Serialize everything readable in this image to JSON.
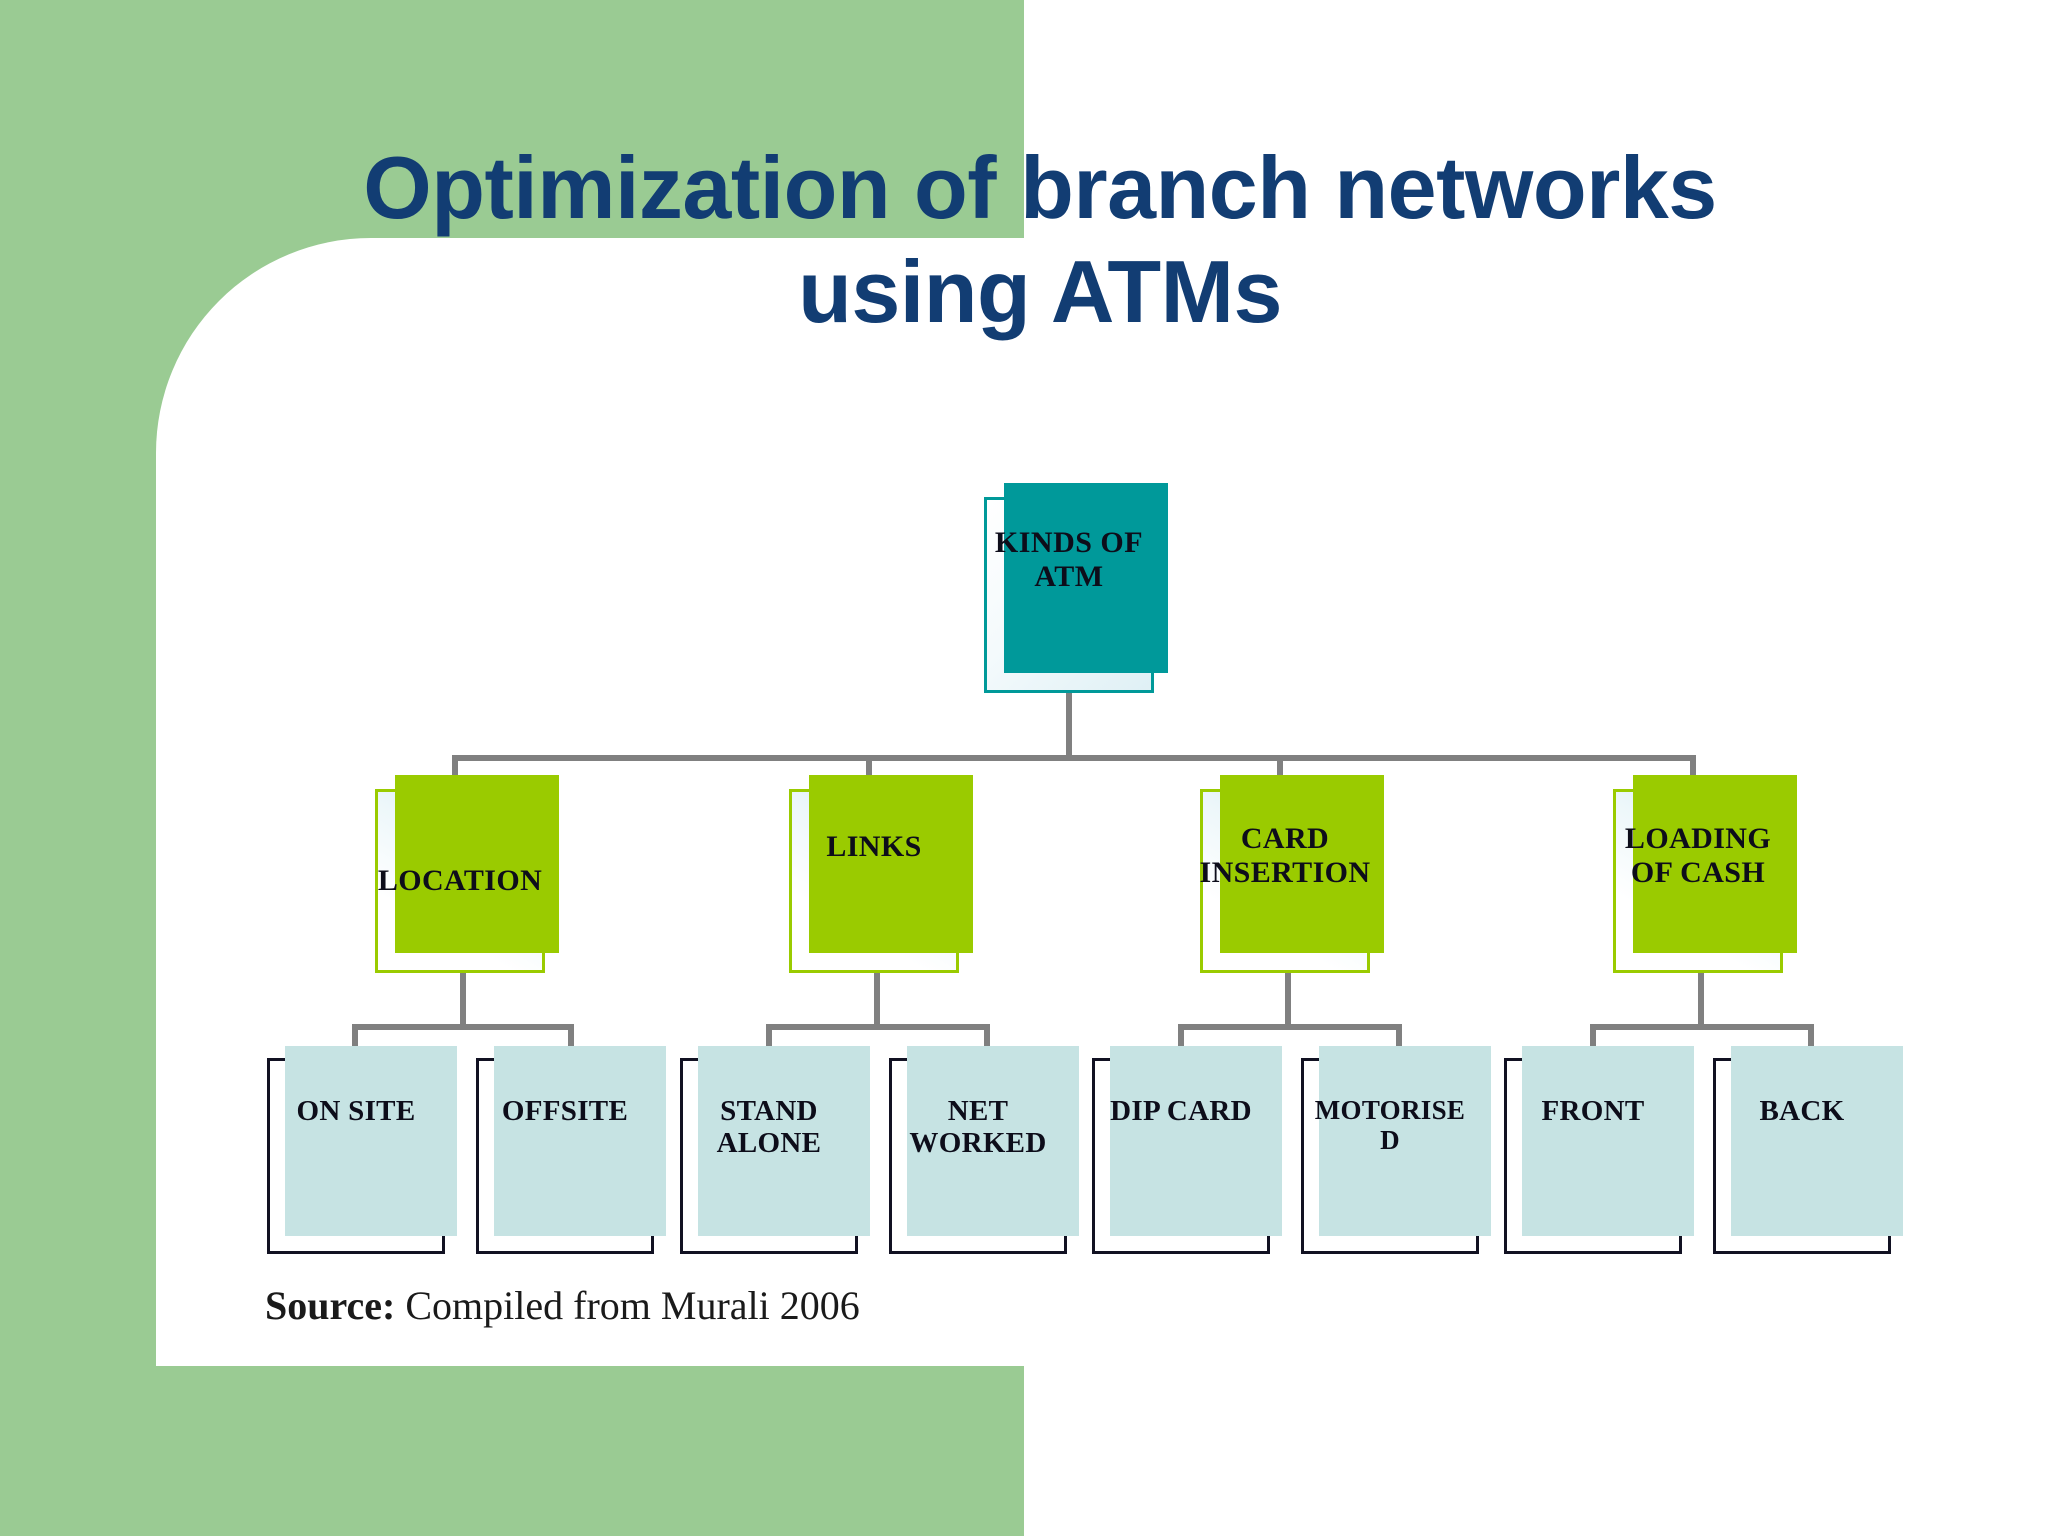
{
  "slide": {
    "title_line1": "Optimization of branch networks",
    "title_line2": "using ATMs",
    "title_color": "#123D73",
    "panel_color": "#9ACB93",
    "accent_teal": "#009999",
    "accent_lime": "#9ACB00",
    "leaf_shadow": "#C6E3E3",
    "connector_color": "#808080"
  },
  "diagram": {
    "root": {
      "label": "KINDS OF\nATM",
      "line1": "KINDS OF",
      "line2": "ATM"
    },
    "branches": [
      {
        "label": "LOCATION",
        "children": [
          {
            "label": "ON SITE"
          },
          {
            "label": "OFFSITE"
          }
        ]
      },
      {
        "label": "LINKS",
        "children": [
          {
            "label": "STAND ALONE",
            "line1": "STAND",
            "line2": "ALONE"
          },
          {
            "label": "NET WORKED",
            "line1": "NET",
            "line2": "WORKED"
          }
        ]
      },
      {
        "label": "CARD INSERTION",
        "line1": "CARD",
        "line2": "INSERTION",
        "children": [
          {
            "label": "DIP CARD"
          },
          {
            "label": "MOTORISED",
            "line1": "MOTORISE",
            "line2": "D"
          }
        ]
      },
      {
        "label": "LOADING OF CASH",
        "line1": "LOADING",
        "line2": "OF CASH",
        "children": [
          {
            "label": "FRONT"
          },
          {
            "label": "BACK"
          }
        ]
      }
    ]
  },
  "source": {
    "prefix": "Source:",
    "text": "Compiled from Murali 2006"
  }
}
